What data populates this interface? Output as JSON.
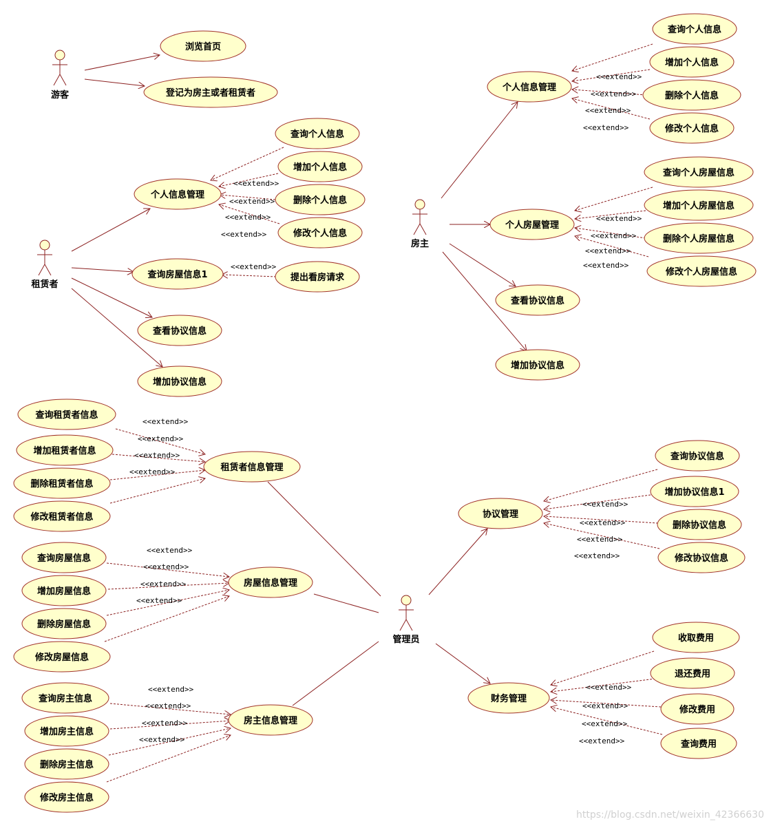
{
  "extend_label": "<<extend>>",
  "watermark": "https://blog.csdn.net/weixin_42366630",
  "actors": {
    "guest": "游客",
    "tenant": "租赁者",
    "landlord": "房主",
    "admin": "管理员"
  },
  "usecases": {
    "browse_home": "浏览首页",
    "register": "登记为房主或者租赁者",
    "t_info_mgmt": "个人信息管理",
    "t_query_info": "查询个人信息",
    "t_add_info": "增加个人信息",
    "t_del_info": "删除个人信息",
    "t_mod_info": "修改个人信息",
    "t_query_house": "查询房屋信息1",
    "t_viewing_request": "提出看房请求",
    "t_view_agreement": "查看协议信息",
    "t_add_agreement": "增加协议信息",
    "l_info_mgmt": "个人信息管理",
    "l_query_info": "查询个人信息",
    "l_add_info": "增加个人信息",
    "l_del_info": "删除个人信息",
    "l_mod_info": "修改个人信息",
    "l_house_mgmt": "个人房屋管理",
    "l_query_house": "查询个人房屋信息",
    "l_add_house": "增加个人房屋信息",
    "l_del_house": "删除个人房屋信息",
    "l_mod_house": "修改个人房屋信息",
    "l_view_agreement": "查看协议信息",
    "l_add_agreement": "增加协议信息",
    "a_tenant_mgmt": "租赁者信息管理",
    "a_query_tenant": "查询租赁者信息",
    "a_add_tenant": "增加租赁者信息",
    "a_del_tenant": "删除租赁者信息",
    "a_mod_tenant": "修改租赁者信息",
    "a_house_mgmt": "房屋信息管理",
    "a_query_house": "查询房屋信息",
    "a_add_house": "增加房屋信息",
    "a_del_house": "删除房屋信息",
    "a_mod_house": "修改房屋信息",
    "a_landlord_mgmt": "房主信息管理",
    "a_query_landlord": "查询房主信息",
    "a_add_landlord": "增加房主信息",
    "a_del_landlord": "删除房主信息",
    "a_mod_landlord": "修改房主信息",
    "a_agreement_mgmt": "协议管理",
    "a_query_agreement": "查询协议信息",
    "a_add_agreement": "增加协议信息1",
    "a_del_agreement": "删除协议信息",
    "a_mod_agreement": "修改协议信息",
    "a_finance_mgmt": "财务管理",
    "a_collect_fee": "收取费用",
    "a_refund_fee": "退还费用",
    "a_modify_fee": "修改费用",
    "a_query_fee": "查询费用"
  }
}
